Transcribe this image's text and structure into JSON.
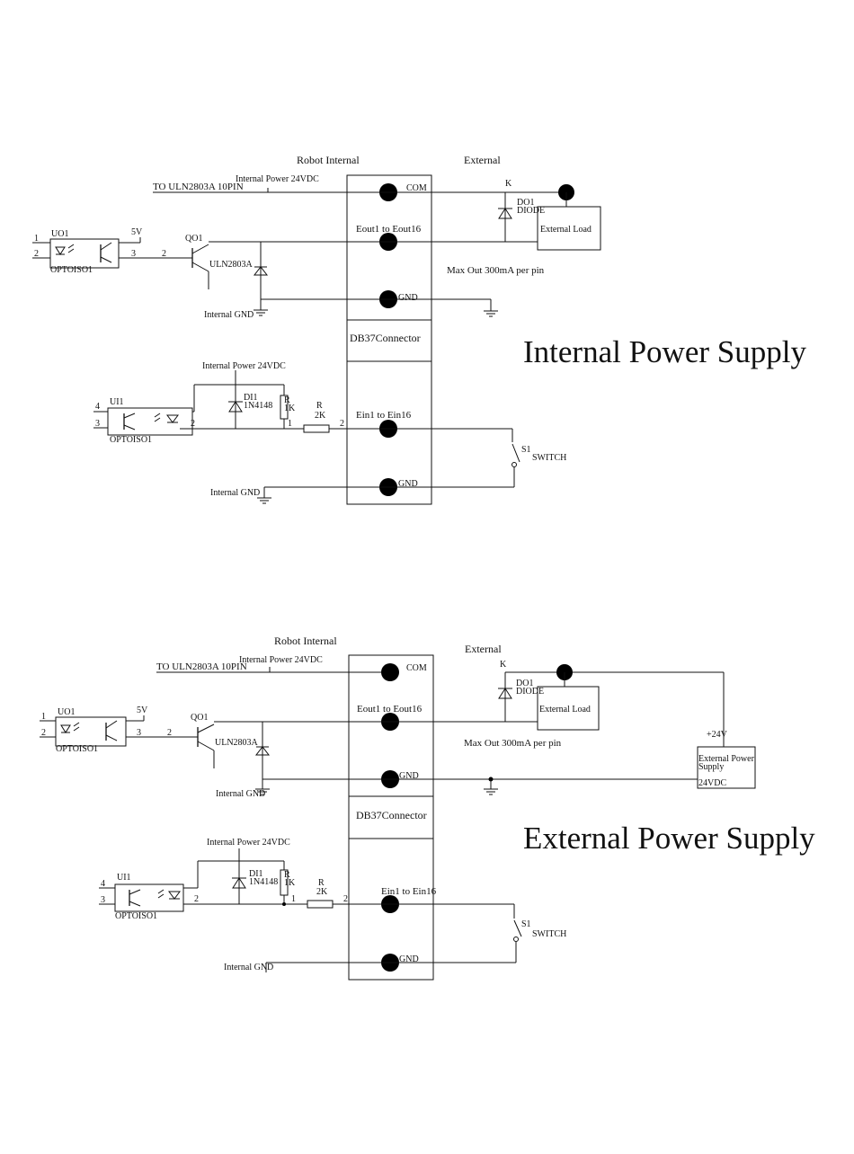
{
  "internal": {
    "title": "Internal Power Supply",
    "robot_internal": "Robot Internal",
    "external": "External",
    "to_uln": "TO ULN2803A 10PIN",
    "internal_power": "Internal Power 24VDC",
    "internal_power_2": "Internal Power 24VDC",
    "com": "COM",
    "eout": "Eout1 to Eout16",
    "gnd_out": "GND",
    "connector": "DB37Connector",
    "ein": "Ein1 to Ein16",
    "gnd_in": "GND",
    "uo1": "UO1",
    "optoiso_out": "OPTOISO1",
    "five_v": "5V",
    "qo1": "QO1",
    "uln": "ULN2803A",
    "internal_gnd_top": "Internal GND",
    "internal_gnd_bottom": "Internal GND",
    "do1": "DO1",
    "diode": "DIODE",
    "external_load": "External Load",
    "max_out": "Max Out 300mA per pin",
    "ui1": "UI1",
    "optoiso_in": "OPTOISO1",
    "di1": "DI1",
    "in4148": "1N4148",
    "r1": "R",
    "r1_val": "1K",
    "r2": "R",
    "r2_val": "2K",
    "s1": "S1",
    "switch": "SWITCH"
  },
  "external_ps": {
    "title": "External Power Supply",
    "robot_internal": "Robot Internal",
    "external": "External",
    "to_uln": "TO ULN2803A 10PIN",
    "internal_power": "Internal Power 24VDC",
    "internal_power_2": "Internal Power 24VDC",
    "com": "COM",
    "eout": "Eout1 to Eout16",
    "gnd_out": "GND",
    "connector": "DB37Connector",
    "ein": "Ein1 to Ein16",
    "gnd_in": "GND",
    "uo1": "UO1",
    "optoiso_out": "OPTOISO1",
    "five_v": "5V",
    "qo1": "QO1",
    "uln": "ULN2803A",
    "internal_gnd_top": "Internal GND",
    "internal_gnd_bottom": "Internal GND",
    "do1": "DO1",
    "diode": "DIODE",
    "external_load": "External Load",
    "max_out": "Max Out 300mA per pin",
    "plus24": "+24V",
    "ext_ps_1": "External Power",
    "ext_ps_2": "Supply",
    "ext_ps_3": "24VDC",
    "ui1": "UI1",
    "optoiso_in": "OPTOISO1",
    "di1": "DI1",
    "in4148": "1N4148",
    "r1": "R",
    "r1_val": "1K",
    "r2": "R",
    "r2_val": "2K",
    "s1": "S1",
    "switch": "SWITCH"
  }
}
